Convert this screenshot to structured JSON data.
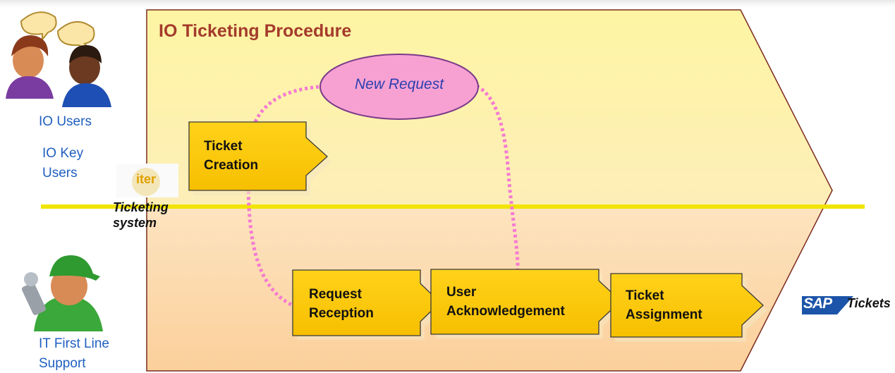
{
  "title": "IO Ticketing Procedure",
  "actors": {
    "users": "IO Users",
    "key_users_line1": "IO Key",
    "key_users_line2": "Users",
    "support_line1": "IT First Line",
    "support_line2": "Support"
  },
  "bubble": "New Request",
  "steps": {
    "creation": [
      "Ticket",
      "Creation"
    ],
    "reception": [
      "Request",
      "Reception"
    ],
    "acknowledgement": [
      "User",
      "Acknowledgement"
    ],
    "assignment": [
      "Ticket",
      "Assignment"
    ]
  },
  "ticketing_system": [
    "Ticketing",
    "system"
  ],
  "iter_logo_text": "iter",
  "sap": {
    "logo": "SAP",
    "label": "Tickets"
  },
  "colors": {
    "upper_band": "#fdf6a6",
    "lower_band": "#fbd3a4",
    "step_fill": "#fcc800",
    "bubble_fill": "#f7a1d3",
    "separator": "#f1e400",
    "dotted_path": "#f57ad2",
    "title": "#a33b2b",
    "actor_text": "#1f5fc0"
  }
}
